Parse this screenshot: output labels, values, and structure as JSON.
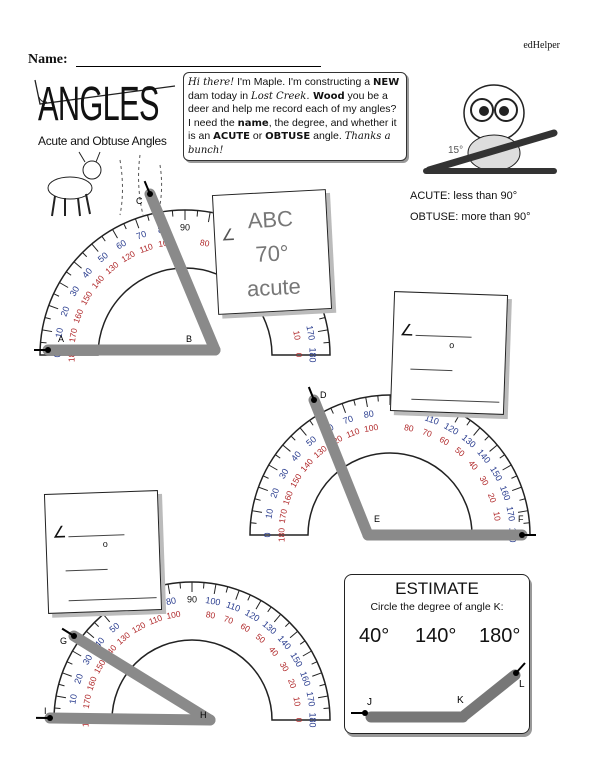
{
  "header": {
    "brand": "edHelper",
    "name_label": "Name:"
  },
  "title": {
    "main": "ANGLES",
    "subtitle": "Acute and Obtuse Angles"
  },
  "bubble": {
    "greeting": "Hi there!",
    "p1": " I'm  Maple. I'm constructing a ",
    "new": "NEW",
    "p2": " dam today in ",
    "place": "Lost Creek.",
    "wood": " Wood",
    "p3": " you be a deer and help me record each of my angles? I need the ",
    "name": "name",
    "p4": ", the degree, and whether it is an ",
    "acute": "ACUTE",
    "p5": " or ",
    "obtuse": "OBTUSE",
    "p6": " angle. ",
    "thanks": "Thanks a bunch!"
  },
  "definitions": {
    "acute": "ACUTE: less than 90°",
    "obtuse": "OBTUSE: more than 90°"
  },
  "beaver_sign": "15°",
  "example_note": {
    "angle_symbol": "∠",
    "name": "ABC",
    "degree": "70°",
    "type": "acute"
  },
  "blank_note": {
    "angle_symbol": "∠",
    "degree_symbol": "o"
  },
  "scale": {
    "outer": [
      "0",
      "10",
      "20",
      "30",
      "40",
      "50",
      "60",
      "70",
      "80",
      "90",
      "100",
      "110",
      "120",
      "130",
      "140",
      "150",
      "160",
      "170",
      "180"
    ],
    "inner": [
      "180",
      "170",
      "160",
      "150",
      "140",
      "130",
      "120",
      "110",
      "100",
      "",
      "80",
      "70",
      "60",
      "50",
      "40",
      "30",
      "20",
      "10",
      "0"
    ],
    "outer_color": "#2a3d8f",
    "inner_color": "#b0282a"
  },
  "angles": [
    {
      "vertex": "B",
      "ray1": "A",
      "ray2": "C"
    },
    {
      "vertex": "E",
      "ray1": "F",
      "ray2": "D"
    },
    {
      "vertex": "H",
      "ray1": "I",
      "ray2": "G"
    }
  ],
  "estimate": {
    "title": "ESTIMATE",
    "prompt": "Circle the degree of angle K:",
    "options": [
      "40°",
      "140°",
      "180°"
    ],
    "points": [
      "J",
      "K",
      "L"
    ]
  }
}
